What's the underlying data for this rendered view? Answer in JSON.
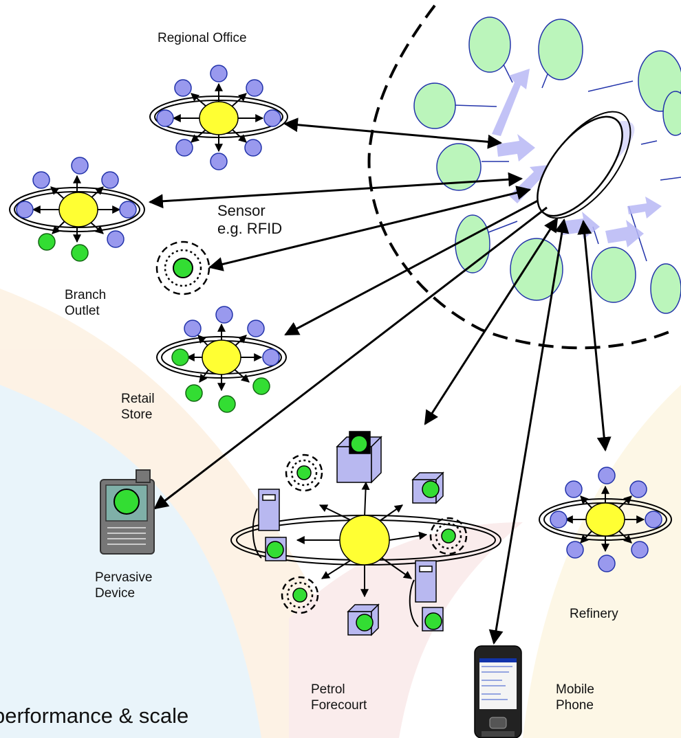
{
  "labels": {
    "regional_office": "Regional Office",
    "branch_outlet": "Branch\nOutlet",
    "sensor": "Sensor\ne.g. RFID",
    "retail_store": "Retail\nStore",
    "pervasive_device": "Pervasive\nDevice",
    "petrol_forecourt": "Petrol\nForecourt",
    "mobile_phone": "Mobile\nPhone",
    "refinery": "Refinery",
    "caption": "performance & scale"
  },
  "colors": {
    "hub": "#ffff33",
    "spoke_blue": "#9999ee",
    "spoke_green": "#33dd33",
    "enterprise_node": "#bbf5bb",
    "flow_arrow": "#b8b8f5",
    "line": "#000000"
  },
  "icons": {
    "device": "pda-icon",
    "phone": "mobile-phone-icon",
    "terminal": "computer-terminal-icon",
    "pump": "fuel-pump-icon"
  }
}
